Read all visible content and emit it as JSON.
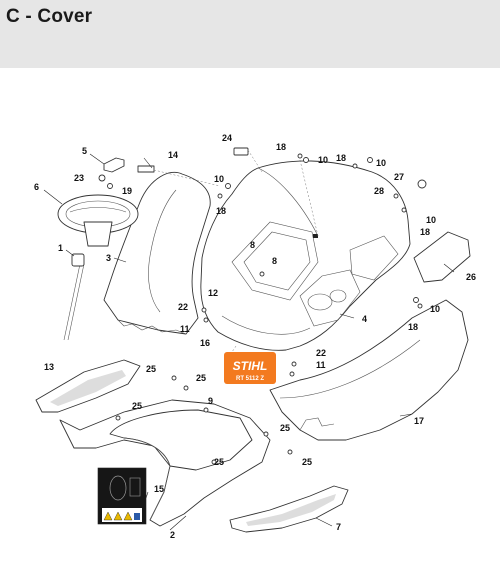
{
  "title": "C - Cover",
  "brand_logo": {
    "name": "STIHL",
    "model": "RT 5112 Z",
    "color": "#f37a1f"
  },
  "callouts": [
    {
      "id": "c1",
      "label": "1"
    },
    {
      "id": "c2",
      "label": "2"
    },
    {
      "id": "c3",
      "label": "3"
    },
    {
      "id": "c4",
      "label": "4"
    },
    {
      "id": "c5",
      "label": "5"
    },
    {
      "id": "c6",
      "label": "6"
    },
    {
      "id": "c7",
      "label": "7"
    },
    {
      "id": "c8a",
      "label": "8"
    },
    {
      "id": "c8b",
      "label": "8"
    },
    {
      "id": "c9",
      "label": "9"
    },
    {
      "id": "c10a",
      "label": "10"
    },
    {
      "id": "c10b",
      "label": "10"
    },
    {
      "id": "c10c",
      "label": "10"
    },
    {
      "id": "c10d",
      "label": "10"
    },
    {
      "id": "c10e",
      "label": "10"
    },
    {
      "id": "c11a",
      "label": "11"
    },
    {
      "id": "c11b",
      "label": "11"
    },
    {
      "id": "c12",
      "label": "12"
    },
    {
      "id": "c13",
      "label": "13"
    },
    {
      "id": "c14",
      "label": "14"
    },
    {
      "id": "c15",
      "label": "15"
    },
    {
      "id": "c16",
      "label": "16"
    },
    {
      "id": "c17",
      "label": "17"
    },
    {
      "id": "c18a",
      "label": "18"
    },
    {
      "id": "c18b",
      "label": "18"
    },
    {
      "id": "c18c",
      "label": "18"
    },
    {
      "id": "c18d",
      "label": "18"
    },
    {
      "id": "c18e",
      "label": "18"
    },
    {
      "id": "c19",
      "label": "19"
    },
    {
      "id": "c22a",
      "label": "22"
    },
    {
      "id": "c22b",
      "label": "22"
    },
    {
      "id": "c23",
      "label": "23"
    },
    {
      "id": "c24",
      "label": "24"
    },
    {
      "id": "c25a",
      "label": "25"
    },
    {
      "id": "c25b",
      "label": "25"
    },
    {
      "id": "c25c",
      "label": "25"
    },
    {
      "id": "c25d",
      "label": "25"
    },
    {
      "id": "c25e",
      "label": "25"
    },
    {
      "id": "c25f",
      "label": "25"
    },
    {
      "id": "c26",
      "label": "26"
    },
    {
      "id": "c27",
      "label": "27"
    },
    {
      "id": "c28",
      "label": "28"
    }
  ]
}
